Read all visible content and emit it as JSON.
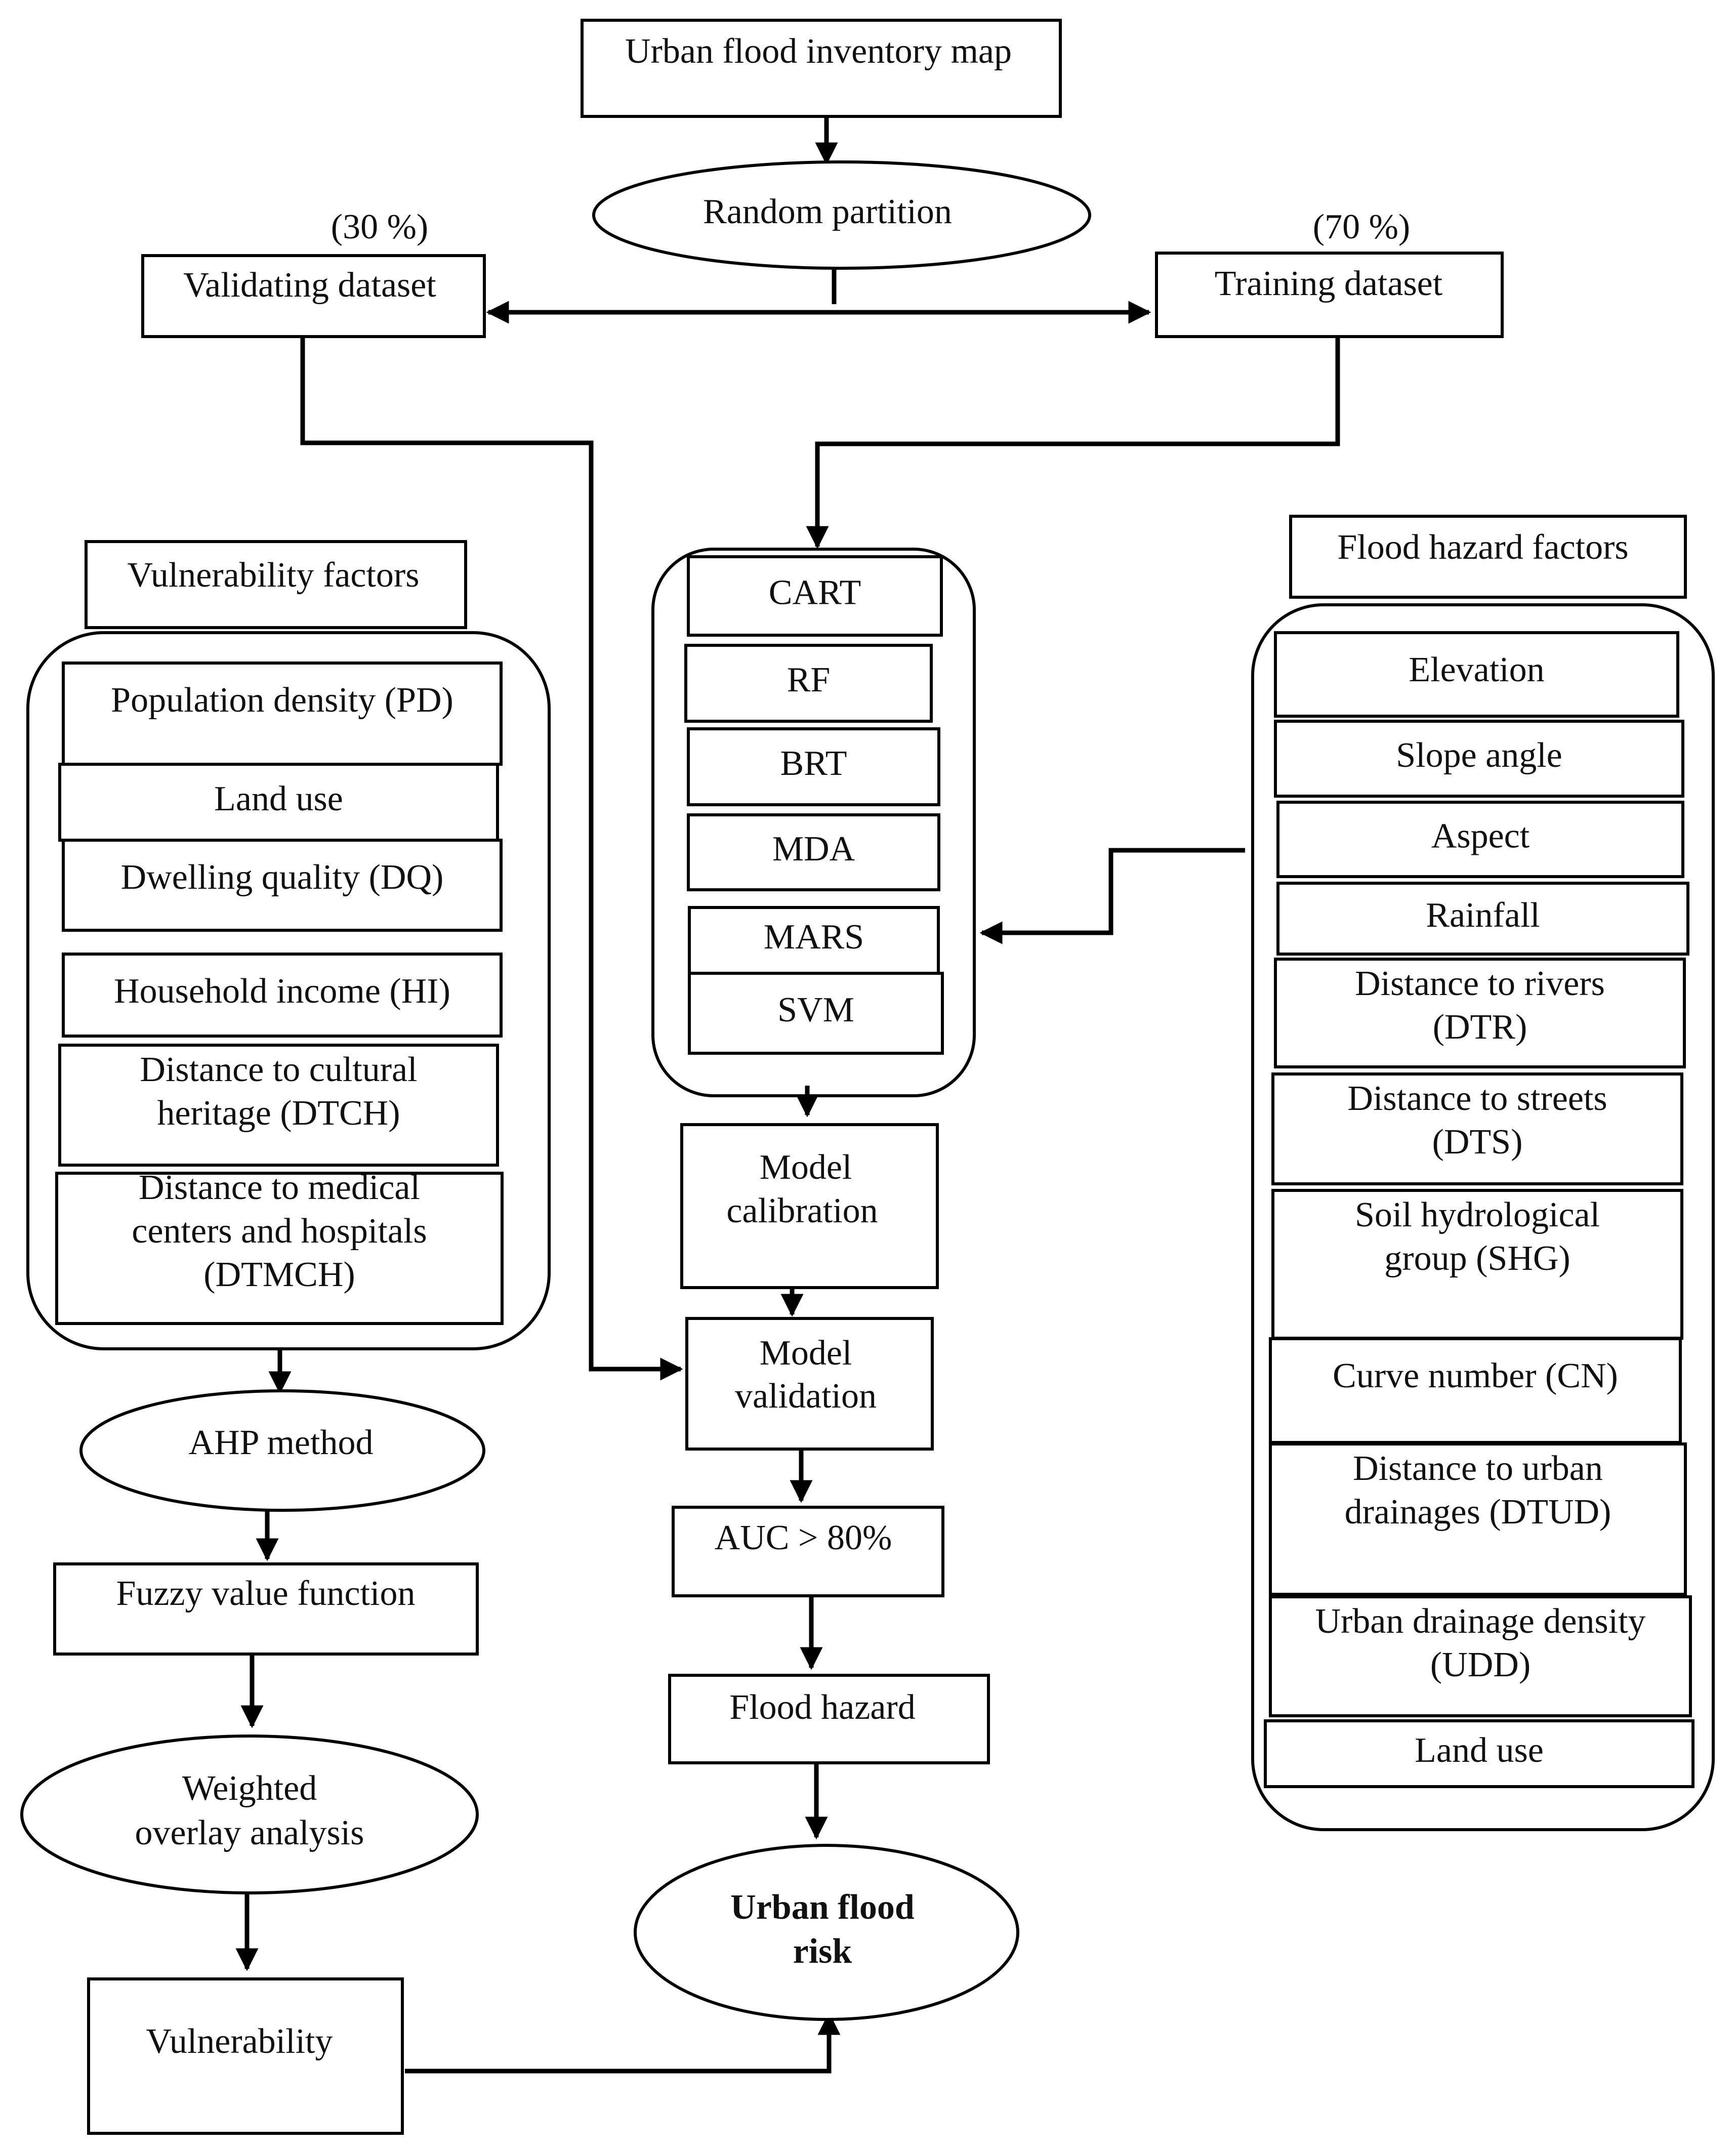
{
  "top": {
    "inventory": "Urban flood inventory map",
    "partition": "Random partition",
    "validating_pct": "(30 %)",
    "training_pct": "(70 %)",
    "validating": "Validating dataset",
    "training": "Training dataset"
  },
  "vulnerability_group": {
    "title": "Vulnerability factors",
    "items": [
      [
        "Population density (PD)"
      ],
      [
        "Land use"
      ],
      [
        "Dwelling quality (DQ)"
      ],
      [
        "Household income (HI)"
      ],
      [
        "Distance to cultural",
        "heritage (DTCH)"
      ],
      [
        "Distance to medical",
        "centers and hospitals",
        "(DTMCH)"
      ]
    ]
  },
  "models": [
    "CART",
    "RF",
    "BRT",
    "MDA",
    "MARS",
    "SVM"
  ],
  "hazard_group": {
    "title": "Flood hazard factors",
    "items": [
      [
        "Elevation"
      ],
      [
        "Slope angle"
      ],
      [
        "Aspect"
      ],
      [
        "Rainfall"
      ],
      [
        "Distance to rivers",
        "(DTR)"
      ],
      [
        "Distance to streets",
        "(DTS)"
      ],
      [
        "Soil hydrological",
        "group (SHG)"
      ],
      [
        "Curve number (CN)"
      ],
      [
        "Distance to urban",
        "drainages (DTUD)"
      ],
      [
        "Urban drainage density",
        "(UDD)"
      ],
      [
        "Land use"
      ]
    ]
  },
  "center": {
    "calibration": [
      "Model",
      "calibration"
    ],
    "validation": [
      "Model",
      "validation"
    ],
    "auc": "AUC > 80%",
    "hazard": "Flood hazard",
    "risk": [
      "Urban flood",
      "risk"
    ]
  },
  "left": {
    "ahp": "AHP method",
    "fuzzy": "Fuzzy value function",
    "overlay": [
      "Weighted",
      "overlay analysis"
    ],
    "vulnerability": "Vulnerability"
  }
}
